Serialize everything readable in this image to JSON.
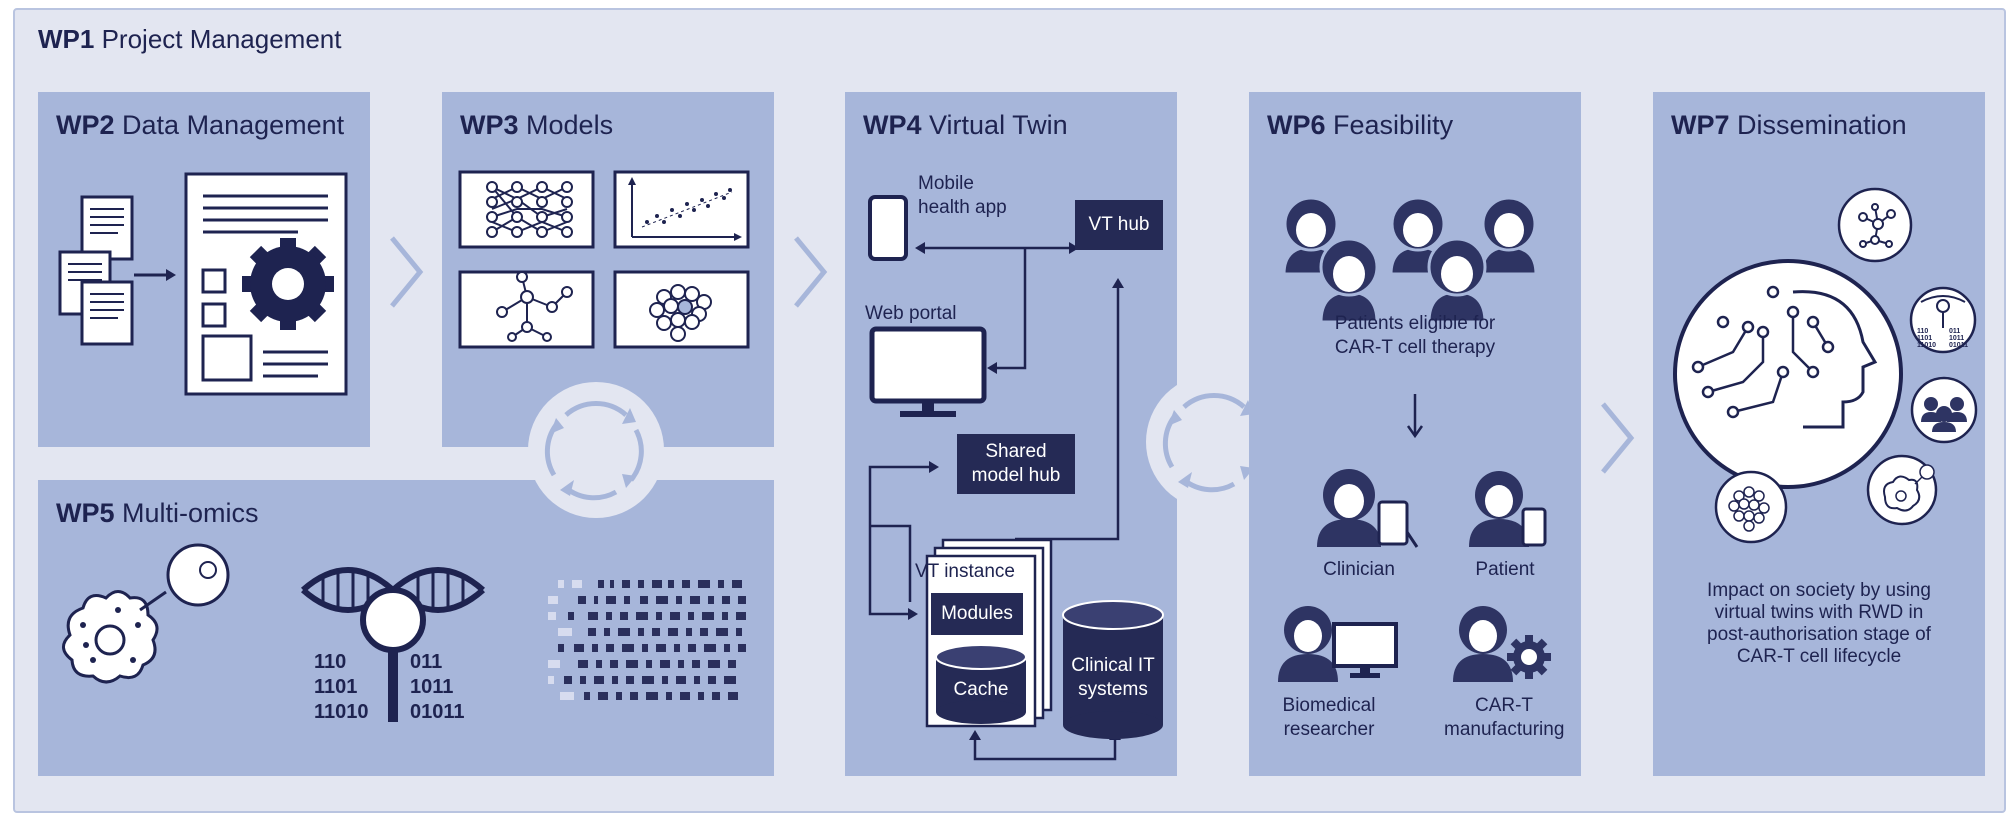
{
  "wp1": {
    "code": "WP1",
    "title": "Project Management"
  },
  "wp2": {
    "code": "WP2",
    "title": "Data Management"
  },
  "wp3": {
    "code": "WP3",
    "title": "Models"
  },
  "wp4": {
    "code": "WP4",
    "title": "Virtual Twin",
    "mobile_line1": "Mobile",
    "mobile_line2": "health app",
    "vt_hub": "VT hub",
    "web_portal": "Web portal",
    "shared_line1": "Shared",
    "shared_line2": "model hub",
    "vt_instance": "VT instance",
    "modules": "Modules",
    "cache": "Cache",
    "clinical_line1": "Clinical IT",
    "clinical_line2": "systems"
  },
  "wp5": {
    "code": "WP5",
    "title": "Multi-omics",
    "binary_left": [
      "110",
      "1101",
      "11010"
    ],
    "binary_right": [
      "011",
      "1011",
      "01011"
    ]
  },
  "wp6": {
    "code": "WP6",
    "title": "Feasibility",
    "patients_line1": "Patients eligible for",
    "patients_line2": "CAR-T cell therapy",
    "clinician": "Clinician",
    "patient": "Patient",
    "biomed_line1": "Biomedical",
    "biomed_line2": "researcher",
    "cart_line1": "CAR-T",
    "cart_line2": "manufacturing"
  },
  "wp7": {
    "code": "WP7",
    "title": "Dissemination",
    "impact": [
      "Impact on society by using",
      "virtual twins with RWD in",
      "post-authorisation stage of",
      "CAR-T cell lifecycle"
    ],
    "bin_left": [
      "110",
      "1101",
      "11010"
    ],
    "bin_right": [
      "011",
      "1011",
      "01011"
    ]
  },
  "colors": {
    "panel": "#a7b6da",
    "dark": "#252a55",
    "frame": "#e3e6f1",
    "line": "#1e2350"
  }
}
